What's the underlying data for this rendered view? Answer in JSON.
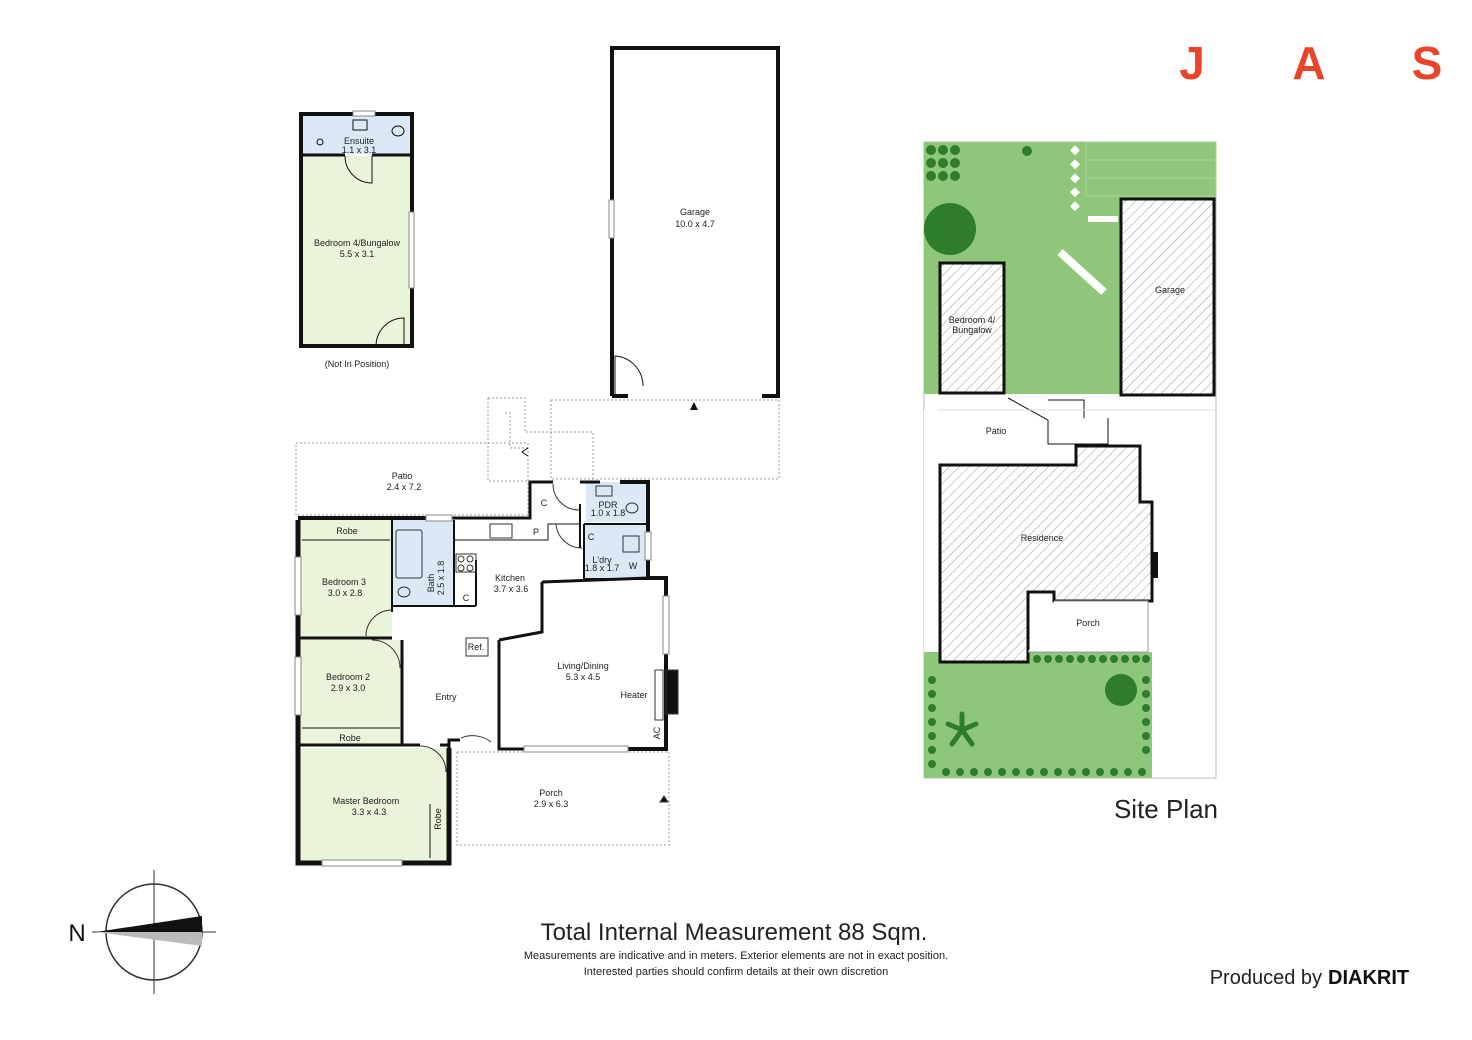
{
  "brand": {
    "letters": [
      "J",
      "A",
      "S"
    ],
    "color": "#e8452c"
  },
  "colors": {
    "room_green": "#e9f4da",
    "wet_blue": "#dbe9f7",
    "lawn": "#8fc77a",
    "tree": "#2f7d2a",
    "wall": "#111111"
  },
  "bungalow": {
    "ensuite": {
      "name": "Ensuite",
      "dims": "1.1 x 3.1"
    },
    "bedroom": {
      "name": "Bedroom 4/Bungalow",
      "dims": "5.5 x 3.1"
    },
    "note": "(Not In Position)"
  },
  "garage": {
    "name": "Garage",
    "dims": "10.0 x 4.7"
  },
  "patio": {
    "name": "Patio",
    "dims": "2.4 x 7.2"
  },
  "rooms": {
    "robe_top": "Robe",
    "bedroom3": {
      "name": "Bedroom 3",
      "dims": "3.0 x 2.8"
    },
    "bath": {
      "name": "Bath",
      "dims": "2.5 x 1.8"
    },
    "c1": "C",
    "c2": "C",
    "c3": "C",
    "pantry": "P",
    "pdr": {
      "name": "PDR",
      "dims": "1.0 x 1.8"
    },
    "ldry": {
      "name": "L'dry",
      "dims": "1.8 x 1.7"
    },
    "washer": "W",
    "kitchen": {
      "name": "Kitchen",
      "dims": "3.7 x 3.6"
    },
    "ref": "Ref.",
    "living": {
      "name": "Living/Dining",
      "dims": "5.3 x 4.5"
    },
    "heater": "Heater",
    "ac": "AC",
    "bedroom2": {
      "name": "Bedroom 2",
      "dims": "2.9 x 3.0"
    },
    "robe_mid": "Robe",
    "entry": "Entry",
    "master": {
      "name": "Master Bedroom",
      "dims": "3.3 x 4.3"
    },
    "robe_master": "Robe",
    "porch": {
      "name": "Porch",
      "dims": "2.9 x 6.3"
    }
  },
  "site_plan": {
    "title": "Site Plan",
    "bungalow": [
      "Bedroom 4/",
      "Bungalow"
    ],
    "garage": "Garage",
    "patio": "Patio",
    "residence": "Residence",
    "porch": "Porch"
  },
  "compass": {
    "north": "N"
  },
  "footer": {
    "total": "Total Internal Measurement 88 Sqm.",
    "note1": "Measurements are indicative and in meters. Exterior elements are not in exact position.",
    "note2": "Interested parties should confirm details at their own discretion"
  },
  "producer": {
    "prefix": "Produced by",
    "brand": "DIAKRIT"
  }
}
